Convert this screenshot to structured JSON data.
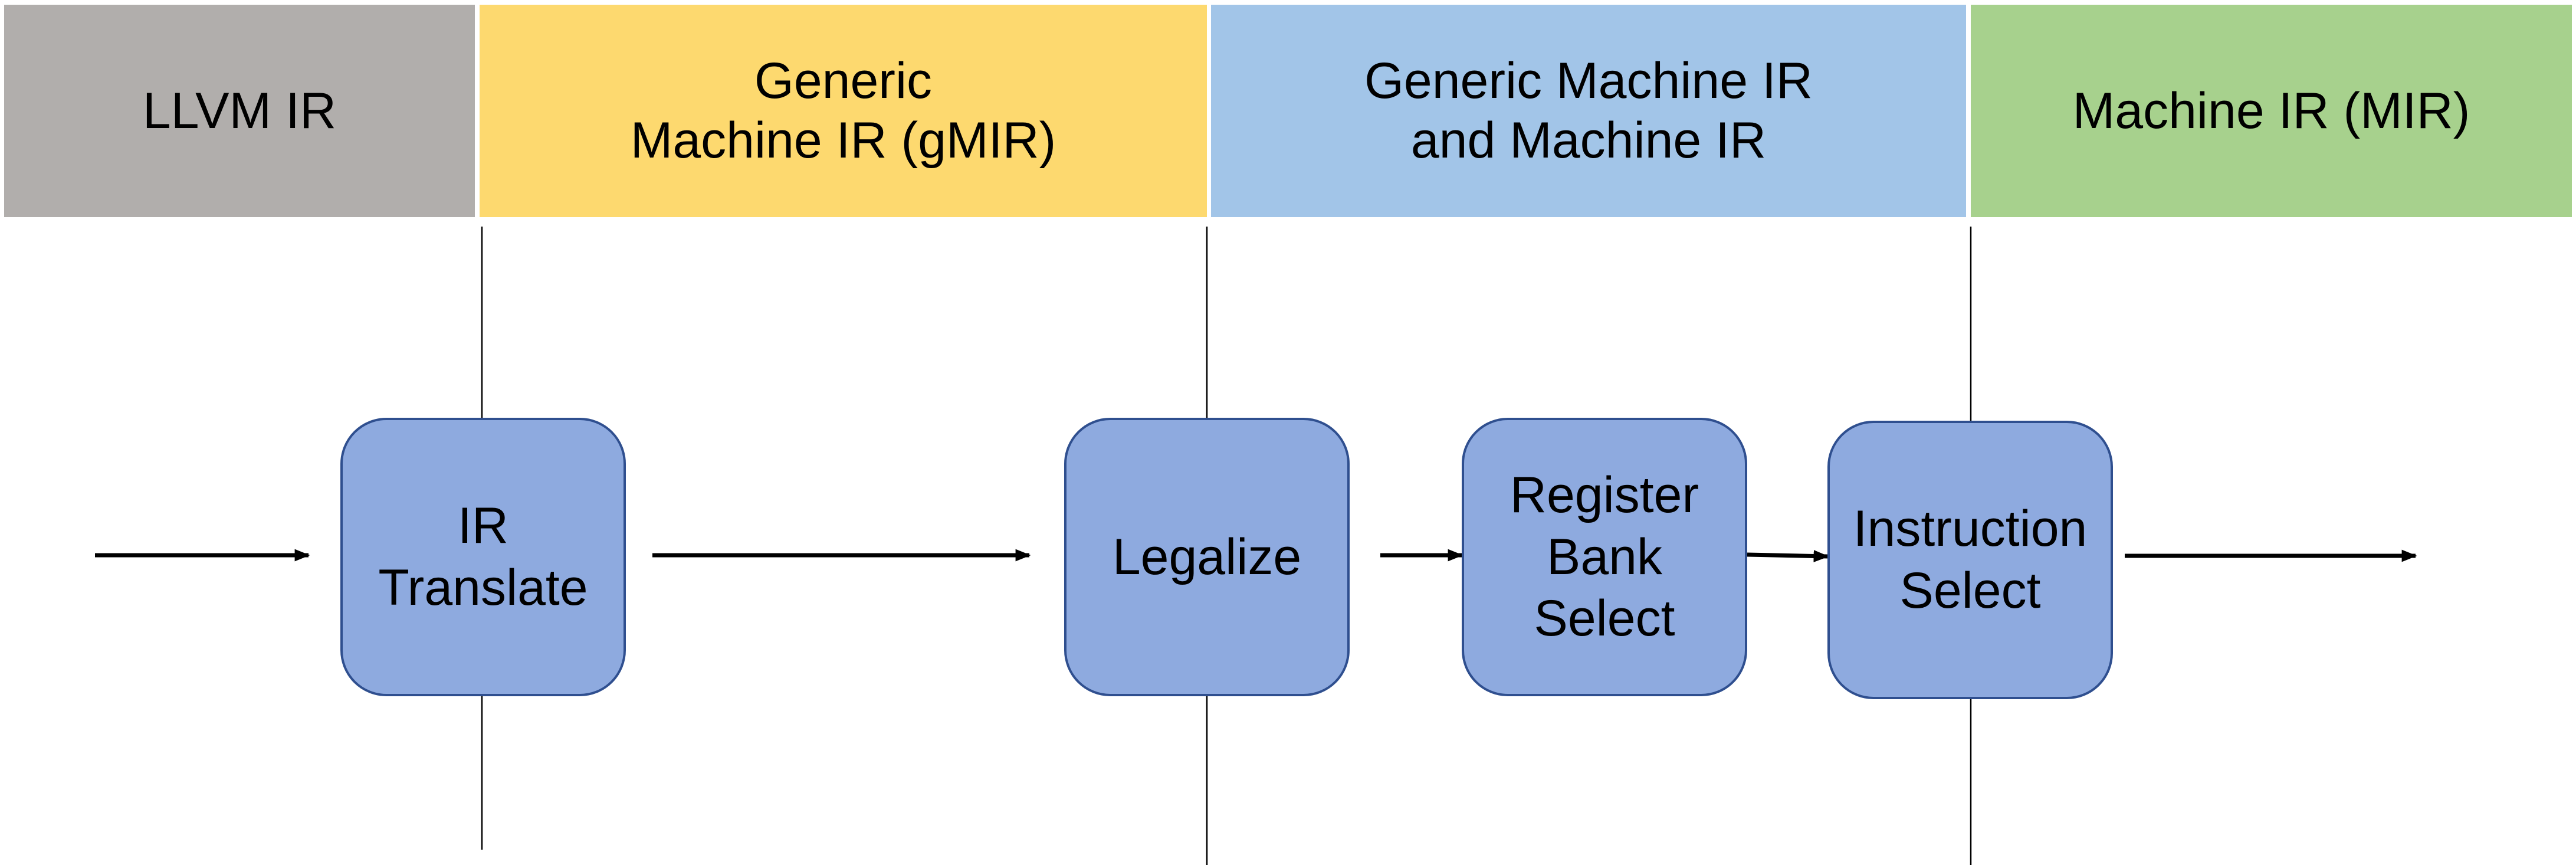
{
  "colors": {
    "band_llvm": "#b1aeac",
    "band_gmir": "#fdd96f",
    "band_mixed": "#a2c5e8",
    "band_mir": "#a7d18d",
    "node_fill": "#8eaadf",
    "node_border": "#2f4f8f",
    "line": "#000000"
  },
  "bands": {
    "llvm": "LLVM IR",
    "gmir": "Generic\nMachine IR (gMIR)",
    "mixed": "Generic Machine IR\nand Machine IR",
    "mir": "Machine IR (MIR)"
  },
  "nodes": {
    "ir_translate": "IR\nTranslate",
    "legalize": "Legalize",
    "register_bank_select": "Register\nBank\nSelect",
    "instruction_select": "Instruction\nSelect"
  },
  "edges": [
    {
      "from": "",
      "to": "IR Translate"
    },
    {
      "from": "IR Translate",
      "to": "Legalize"
    },
    {
      "from": "Legalize",
      "to": "Register Bank Select"
    },
    {
      "from": "Register Bank Select",
      "to": "Instruction Select"
    },
    {
      "from": "Instruction Select",
      "to": ""
    }
  ]
}
